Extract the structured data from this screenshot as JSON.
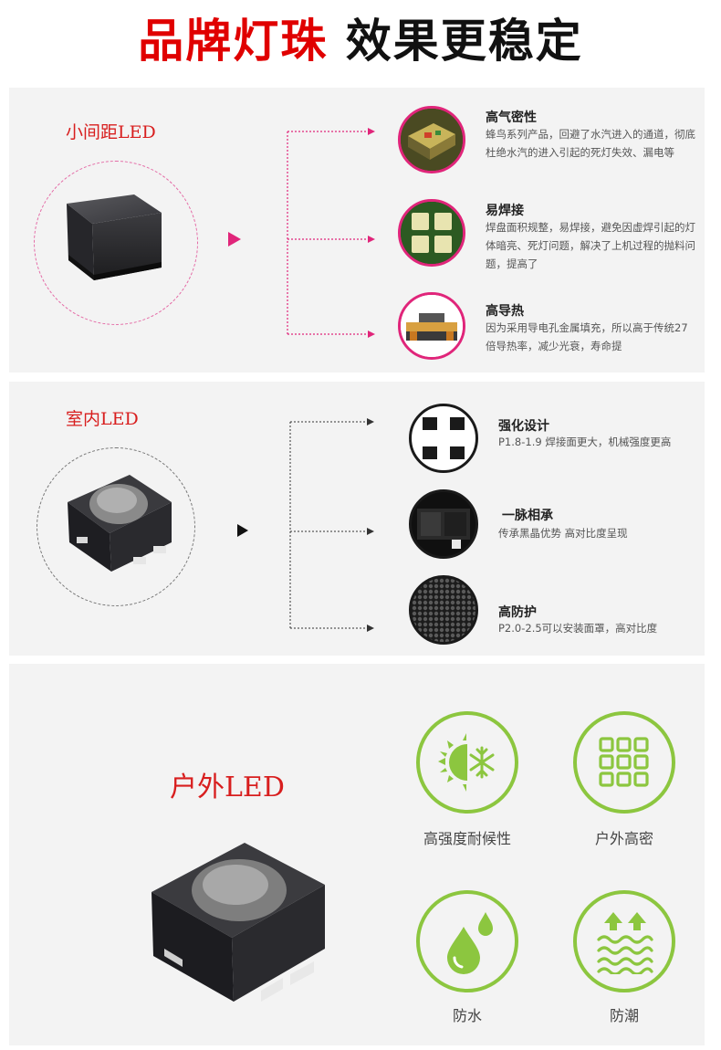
{
  "title": {
    "brand": "品牌灯珠",
    "rest": " 效果更稳定"
  },
  "section_small_pitch": {
    "label": "小间距LED",
    "features": [
      {
        "title": "高气密性",
        "desc": "蜂鸟系列产品，回避了水汽进入的通道，彻底杜绝水汽的进入引起的死灯失效、漏电等"
      },
      {
        "title": "易焊接",
        "desc": "焊盘面积规整，易焊接，避免因虚焊引起的灯体暗亮、死灯问题，解决了上机过程的抛料问题，提高了"
      },
      {
        "title": "高导热",
        "desc": "因为采用导电孔金属填充，所以高于传统27倍导热率，减少光衰，寿命提"
      }
    ],
    "accent_color": "#e0257a"
  },
  "section_indoor": {
    "label": "室内LED",
    "features": [
      {
        "title": "强化设计",
        "desc": "P1.8-1.9 焊接面更大，机械强度更高"
      },
      {
        "title": "一脉相承",
        "desc": "传承黑晶优势  高对比度呈现"
      },
      {
        "title": "高防护",
        "desc": "P2.0-2.5可以安装面罩，高对比度"
      }
    ]
  },
  "section_outdoor": {
    "label": "户外LED",
    "accent_color": "#8cc63f",
    "icons": [
      {
        "icon": "sun-snowflake-icon",
        "label": "高强度耐候性"
      },
      {
        "icon": "outdoor-grid-icon",
        "label": "户外高密"
      },
      {
        "icon": "water-drops-icon",
        "label": "防水"
      },
      {
        "icon": "waves-arrows-icon",
        "label": "防潮"
      }
    ]
  }
}
